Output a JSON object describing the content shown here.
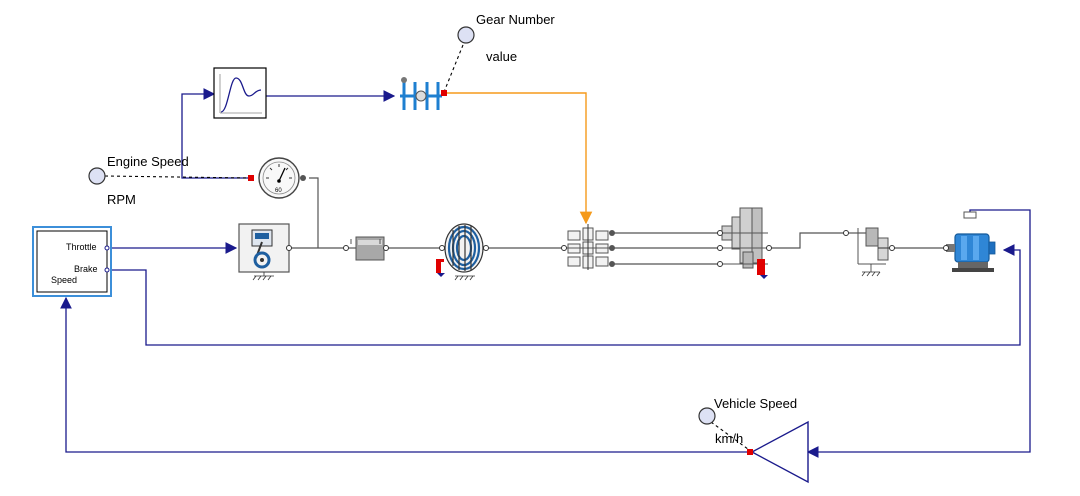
{
  "labels": {
    "gear_number": "Gear Number",
    "gear_value": "value",
    "engine_speed": "Engine Speed",
    "engine_unit": "RPM",
    "vehicle_speed": "Vehicle Speed",
    "vehicle_unit": "km/h"
  },
  "driver_ports": {
    "throttle": "Throttle",
    "brake": "Brake",
    "speed": "Speed"
  },
  "gauge_text": "60",
  "colors": {
    "signal": "#1a1a8c",
    "orange": "#f59a1b",
    "mech": "#555555",
    "red": "#e00000",
    "blue": "#1e90ff"
  }
}
